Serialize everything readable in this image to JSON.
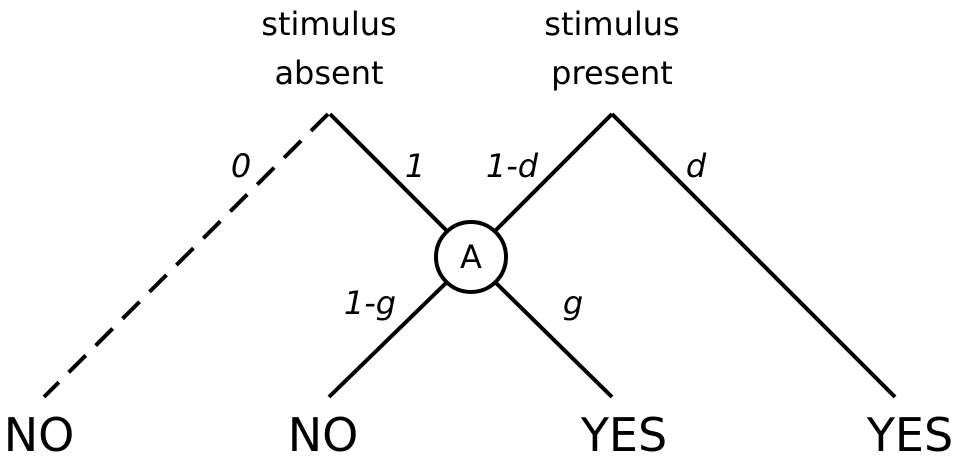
{
  "headings": {
    "absent": [
      "stimulus",
      "absent"
    ],
    "present": [
      "stimulus",
      "present"
    ]
  },
  "probabilities": {
    "absent_left": "0",
    "absent_right": "1",
    "present_left": "1-d",
    "present_right": "d",
    "node_left": "1-g",
    "node_right": "g"
  },
  "node": {
    "label": "A"
  },
  "outcomes": {
    "far_left": "NO",
    "mid_left": "NO",
    "mid_right": "YES",
    "far_right": "YES"
  }
}
